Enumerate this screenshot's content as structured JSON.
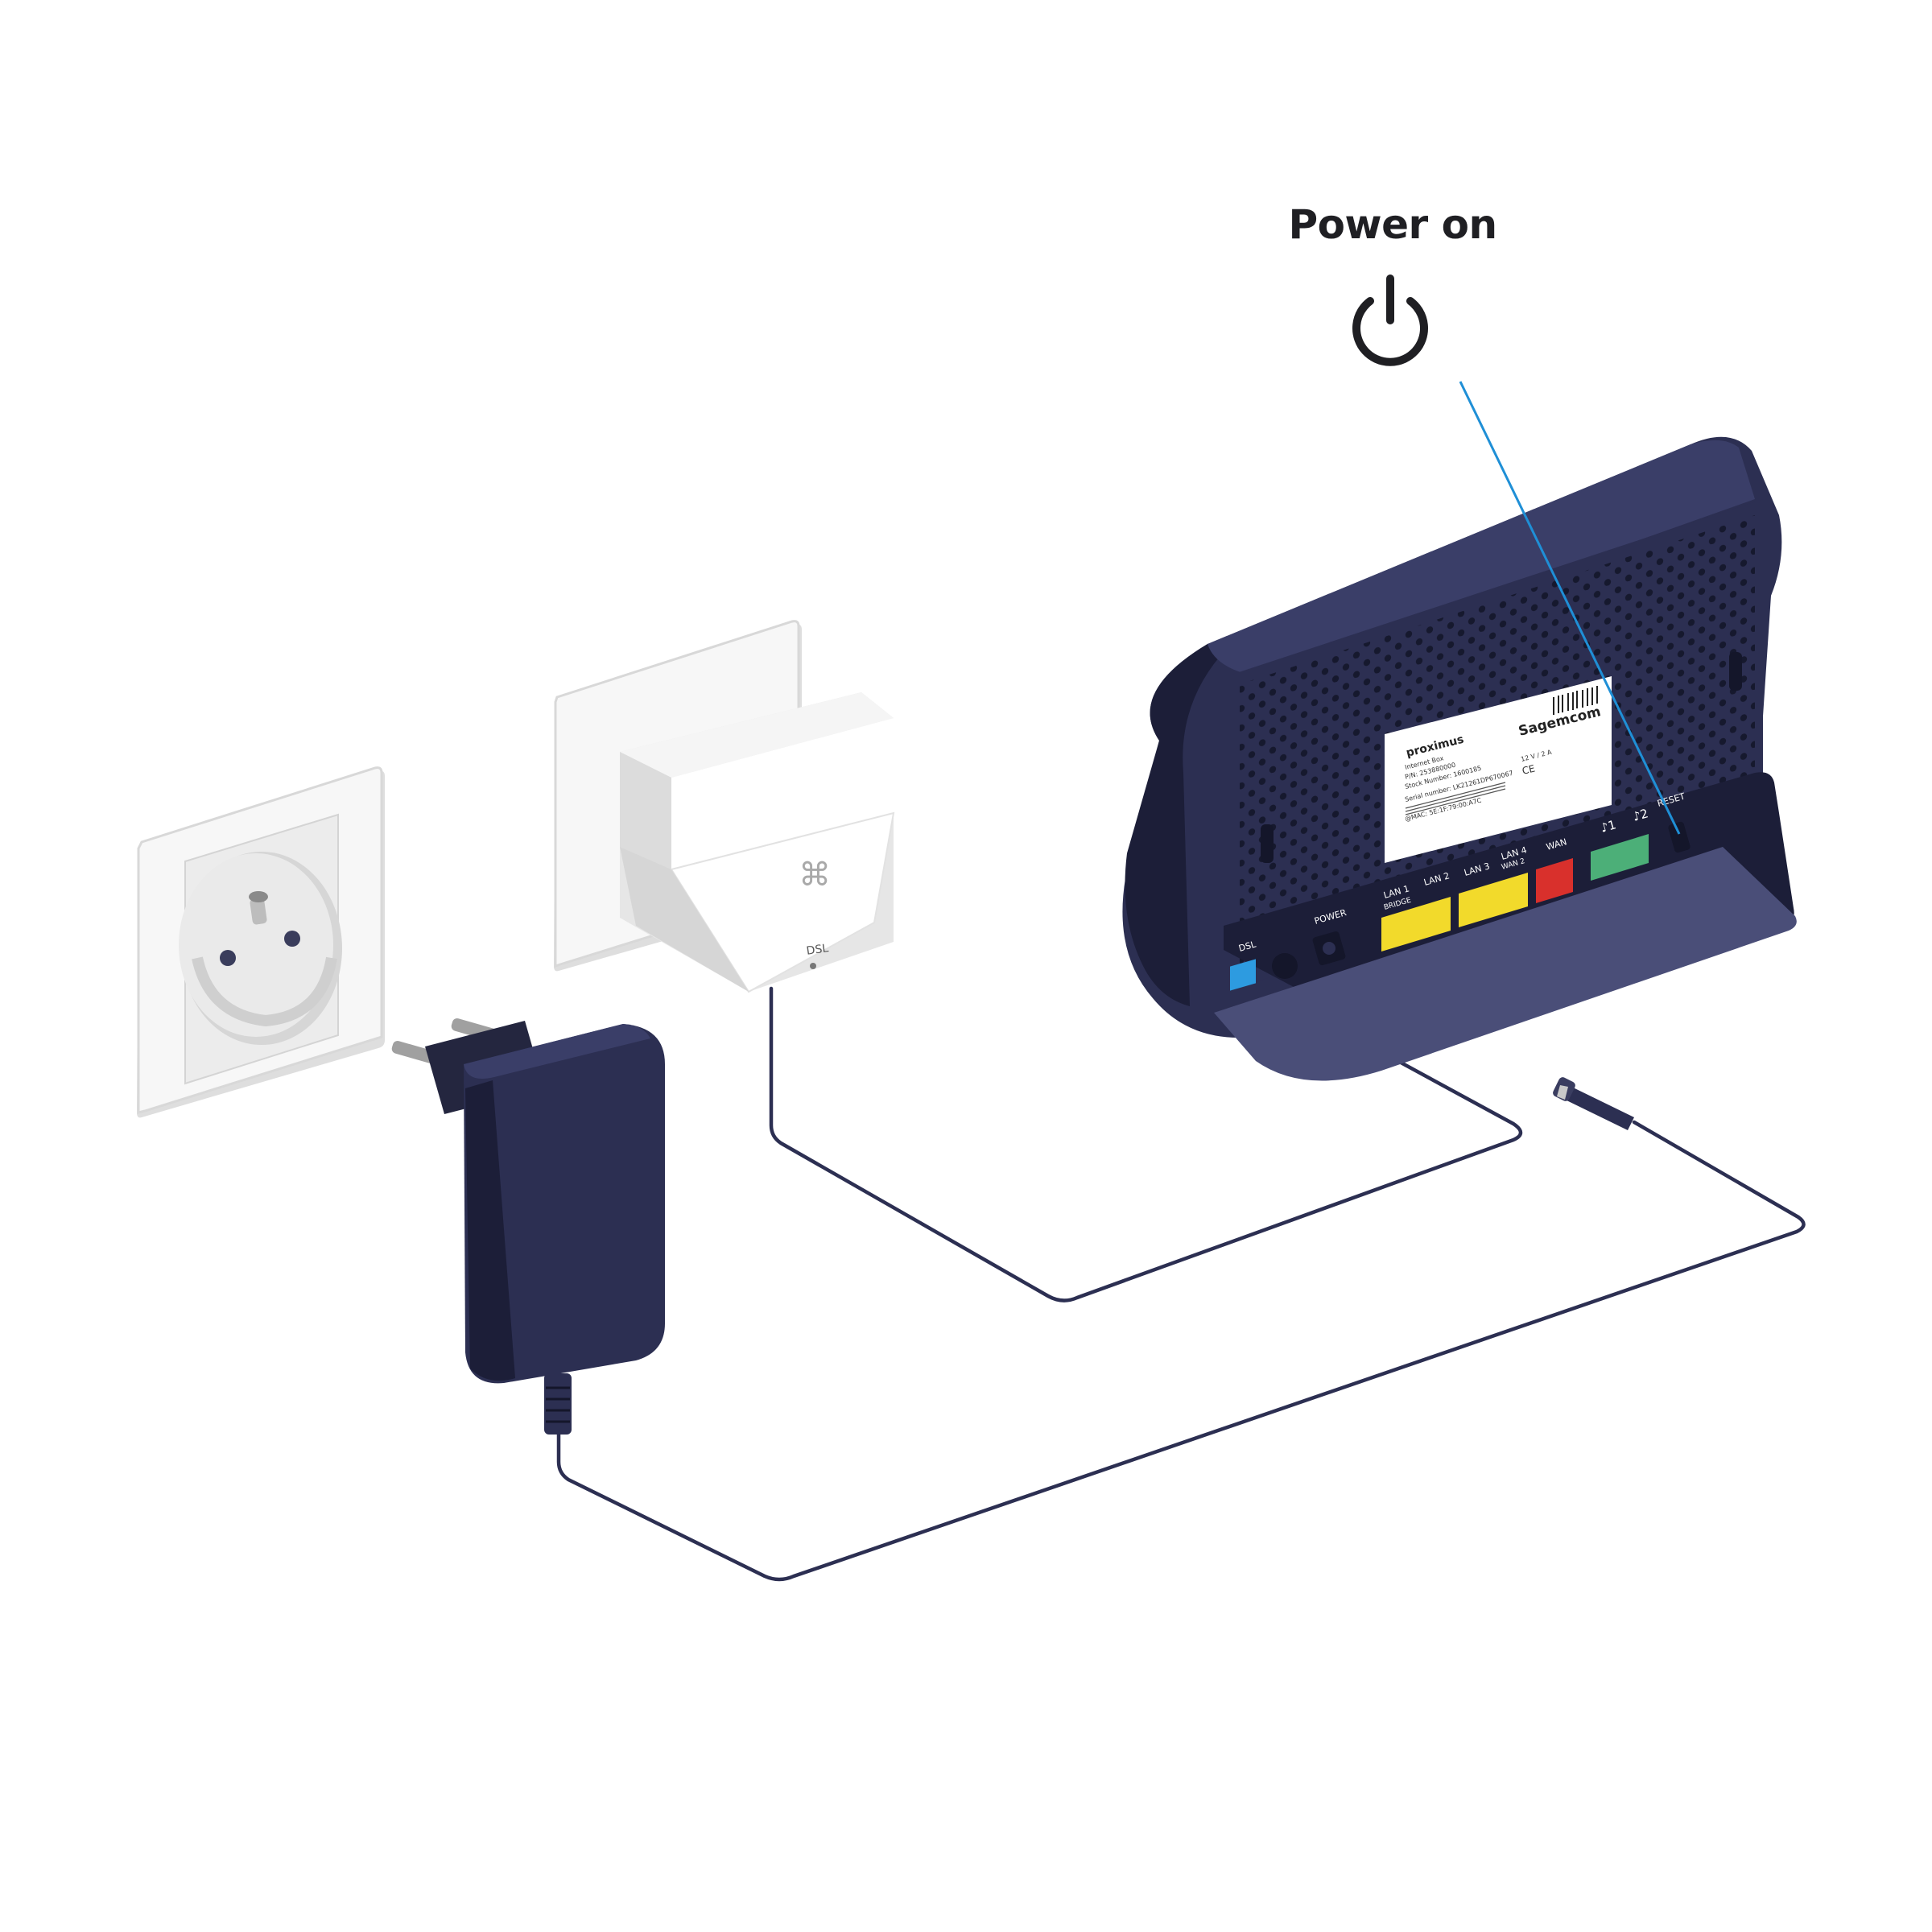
{
  "callout": {
    "title": "Power on",
    "icon": "power-icon"
  },
  "router": {
    "brand_logo": "proximus",
    "manufacturer": "Sagemcom",
    "label_lines": [
      "Internet Box",
      "P/N: 253880000",
      "Stock Number: 1600185",
      "Serial number: LK21261DP670067",
      "@MAC: 5E:1F:79:00:A7C"
    ],
    "spec_lines": [
      "CE",
      "12 V / 2 A"
    ],
    "ports": {
      "dsl": "DSL",
      "power": "POWER",
      "lan1": "LAN 1",
      "lan1_sub": "BRIDGE",
      "lan2": "LAN 2",
      "lan3": "LAN 3",
      "lan4": "LAN 4",
      "lan4_sub": "WAN 2",
      "wan": "WAN",
      "phone1": "♪1",
      "phone2": "♪2",
      "reset": "RESET"
    }
  },
  "filter": {
    "dsl_label": "DSL"
  },
  "colors": {
    "router_body": "#2c2f52",
    "router_dark": "#1c1e38",
    "cable": "#2c2f52",
    "callout_line": "#1f8fd6",
    "dsl_port": "#2d9be0",
    "lan_port": "#f2da2b",
    "wan_port": "#d9302c",
    "phone_port": "#4caf78",
    "socket_white": "#f4f4f4"
  }
}
